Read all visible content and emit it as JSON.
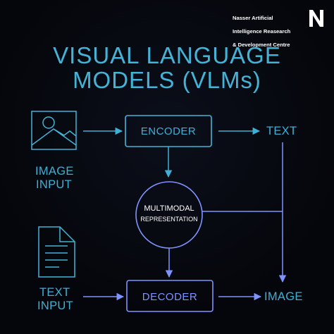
{
  "branding": {
    "organization_line1": "Nasser Artificial",
    "organization_line2": "Intelligence Reasearch",
    "organization_line3": "& Development Centre",
    "logo_icon": "n-monogram-icon"
  },
  "title": {
    "line1": "VISUAL LANGUAGE",
    "line2": "MODELS (VLMs)"
  },
  "diagram": {
    "encoder": "ENCODER",
    "decoder": "DECODER",
    "text_output": "TEXT",
    "image_output": "IMAGE",
    "image_input_line1": "IMAGE",
    "image_input_line2": "INPUT",
    "text_input_line1": "TEXT",
    "text_input_line2": "INPUT",
    "multimodal_line1": "MULTIMODAL",
    "multimodal_line2": "REPRESENTATION",
    "image_icon": "image-icon",
    "document_icon": "document-icon"
  },
  "colors": {
    "background": "#05060b",
    "cyan": "#45b3d6",
    "blue": "#7f93ff",
    "white": "#ffffff"
  }
}
